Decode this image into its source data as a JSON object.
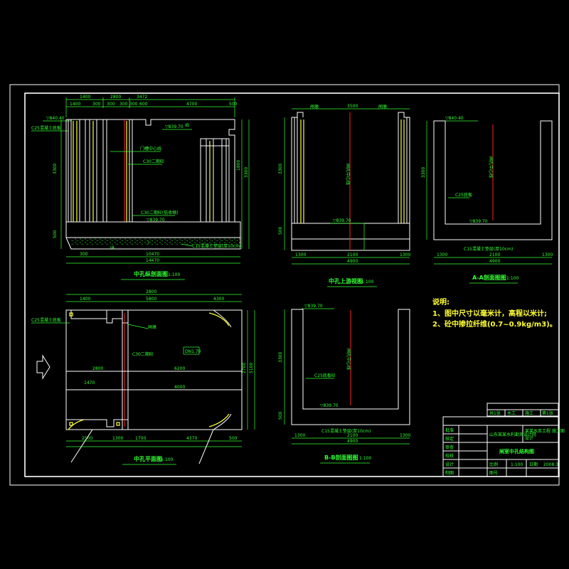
{
  "views": {
    "section": "中孔纵剖面图",
    "section_scale": "1:100",
    "upstream": "中孔上游视图",
    "upstream_scale": "1:100",
    "aa": "A-A剖面图图",
    "aa_scale": "1:100",
    "plan": "中孔平面图",
    "plan_scale": "1:100",
    "bb": "B-B剖面图图",
    "bb_scale": "1:100"
  },
  "elevations": {
    "top": "▽840.40",
    "bottom": "▽839.70",
    "pier": "▽839.70",
    "upstream_floor": "▽839.70",
    "bb_top": "▽839.70",
    "bb_floor": "▽839.70"
  },
  "labels": {
    "concrete_left": "C25混凝土底板",
    "gate_slot": "门槽中心线",
    "c30_concrete": "C30二期砼",
    "c30_fill": "C30二期砼(低收缩)",
    "c15_pad": "C15混凝土垫层(厚10cm)",
    "axis_text": "闸孔中心线",
    "plan_c25": "C25混凝土底板",
    "plan_gate": "闸墩",
    "plan_c30": "C30二期砼",
    "plan_box": "DN1.70",
    "aa_c25": "C25底板",
    "aa_c15": "C15混凝土垫层(厚10cm)",
    "bb_c25": "C25底板砼",
    "bb_c15": "C15混凝土垫层(厚10cm)",
    "bb_axis": "闸孔中心线",
    "up_left": "闸墩",
    "up_right": "闸墩",
    "up_axis": "闸孔中心线",
    "aa_axis": "闸孔中心线",
    "mark_i": "I",
    "mark_ia": "IA",
    "mark_ib": "IB"
  },
  "dims": {
    "s_top": [
      "1400",
      "2800",
      "3472"
    ],
    "s_top2": [
      "1400",
      "300",
      "300",
      "300",
      "300",
      "600",
      "4700",
      "500"
    ],
    "s_bottom1": "300",
    "s_bottom2": "10470",
    "s_bottom_total": "14470",
    "s_left_h": "3300",
    "s_left_h2": "500",
    "s_right_h": "3300",
    "s_mid_h": "1800",
    "up_top": "3500",
    "up_bottom": [
      "1300",
      "2100",
      "1300"
    ],
    "up_bottom_total": "4900",
    "up_h": "3300",
    "up_h2": "500",
    "aa_bottom": [
      "1300",
      "2100",
      "1300"
    ],
    "aa_bottom_total": "4900",
    "aa_h": "3300",
    "p_top": [
      "1400",
      "5800",
      "4300"
    ],
    "p_mid": "2800",
    "p_row2": "6200",
    "p_row3": "1470",
    "p_row4": "4000",
    "p_bot": [
      "2500",
      "1300",
      "1700",
      "4370",
      "500"
    ],
    "p_h": "5100",
    "p_h2": "2700",
    "bb_bottom": [
      "1300",
      "2100",
      "1300"
    ],
    "bb_bottom_total": "4900",
    "bb_h": "3300",
    "bb_h2": "500"
  },
  "notes": {
    "heading": "说明:",
    "line1": "1、图中尺寸以毫米计，高程以米计;",
    "line2": "2、砼中掺拉纤维(0.7~0.9kg/m3)。"
  },
  "title_block": {
    "company": "山东某某水利勘测设计院",
    "project": "某某水库工程 施工图",
    "stage": "设计",
    "drawing_title": "闸室中孔结构图",
    "rows": [
      "批准",
      "核定",
      "审查",
      "校核",
      "设计",
      "制图"
    ],
    "scale_label": "比例",
    "scale": "1:100",
    "date_label": "日期",
    "date": "2008.3",
    "number_label": "图号",
    "top_a": "水工",
    "top_b": "施工",
    "top_c": "第1张",
    "top_d": "共1张"
  }
}
